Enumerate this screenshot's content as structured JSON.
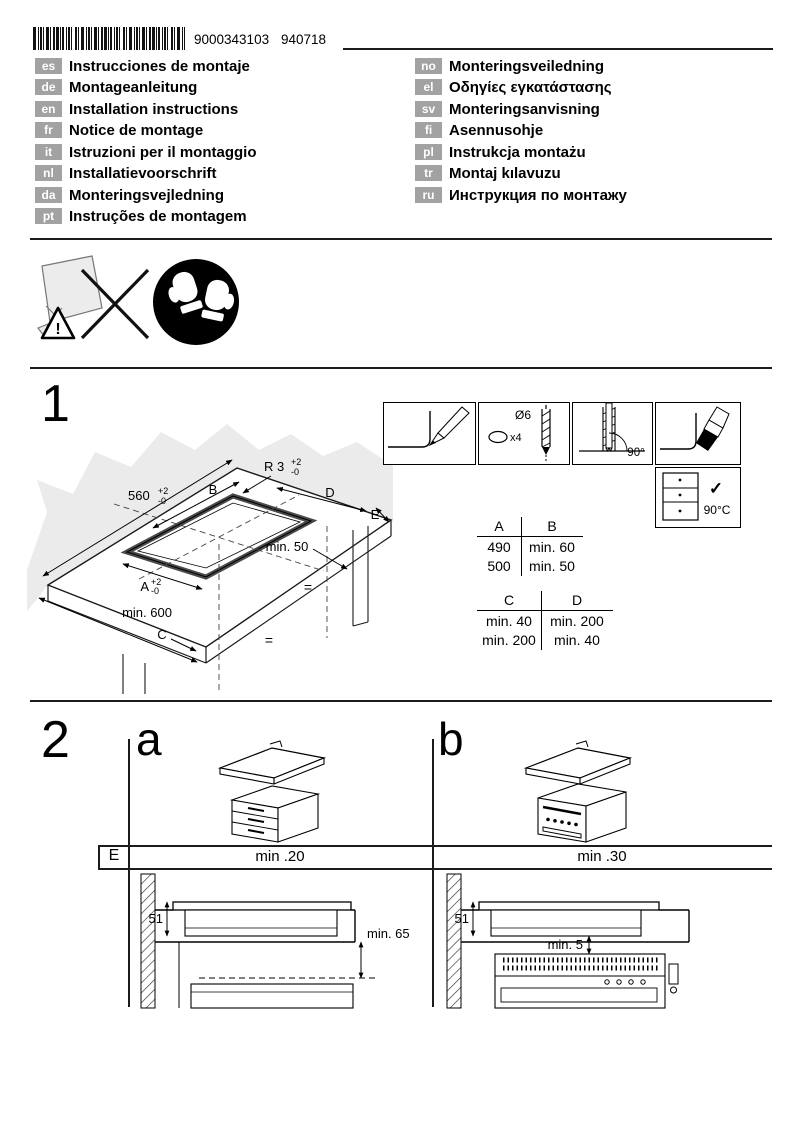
{
  "colors": {
    "badge_bg": "#a2a2a2",
    "line": "#1c1c1c",
    "torn_paper": "#ebebeb"
  },
  "header": {
    "barcode_number": "9000343103",
    "date_code": "940718"
  },
  "languages": {
    "left": [
      {
        "code": "es",
        "title": "Instrucciones de montaje"
      },
      {
        "code": "de",
        "title": "Montageanleitung"
      },
      {
        "code": "en",
        "title": "Installation instructions"
      },
      {
        "code": "fr",
        "title": "Notice de montage"
      },
      {
        "code": "it",
        "title": "Istruzioni per il montaggio"
      },
      {
        "code": "nl",
        "title": "Installatievoorschrift"
      },
      {
        "code": "da",
        "title": "Monteringsvejledning"
      },
      {
        "code": "pt",
        "title": "Instruções de montagem"
      }
    ],
    "right": [
      {
        "code": "no",
        "title": "Monteringsveiledning"
      },
      {
        "code": "el",
        "title": "Οδηγίες εγκατάστασης"
      },
      {
        "code": "sv",
        "title": "Monteringsanvisning"
      },
      {
        "code": "fi",
        "title": "Asennusohje"
      },
      {
        "code": "pl",
        "title": "Instrukcja montażu"
      },
      {
        "code": "tr",
        "title": "Montaj kılavuzu"
      },
      {
        "code": "ru",
        "title": "Инструкция по монтажу"
      }
    ]
  },
  "section1": {
    "step_number": "1",
    "dims": {
      "radius_value": "R 3",
      "radius_tol_plus": "+2",
      "radius_tol_minus": "-0",
      "width_value": "560",
      "width_tol_plus": "+2",
      "width_tol_minus": "-0",
      "label_b": "B",
      "label_d": "D",
      "label_e": "E",
      "min_50": "min. 50",
      "label_a": "A",
      "a_tol_plus": "+2",
      "a_tol_minus": "-0",
      "min_600": "min. 600",
      "label_c": "C",
      "equal_1": "=",
      "equal_2": "="
    },
    "details": {
      "hole_diameter": "Ø6",
      "hole_count": "x4",
      "saw_angle": "90°",
      "check_mark": "✓",
      "temp_limit": "90°C"
    },
    "table_ab": {
      "col1_header": "A",
      "col2_header": "B",
      "rows": [
        {
          "a": "490",
          "b": "min. 60"
        },
        {
          "a": "500",
          "b": "min. 50"
        }
      ]
    },
    "table_cd": {
      "col1_header": "C",
      "col2_header": "D",
      "rows": [
        {
          "c": "min. 40",
          "d": "min. 200"
        },
        {
          "c": "min. 200",
          "d": "min. 40"
        }
      ]
    }
  },
  "section2": {
    "step_number": "2",
    "variant_a": "a",
    "variant_b": "b",
    "row_label": "E",
    "gap_a": "min .20",
    "gap_b": "min .30",
    "a_height": "51",
    "a_clearance": "min. 65",
    "b_height": "51",
    "b_clearance": "min. 5"
  }
}
